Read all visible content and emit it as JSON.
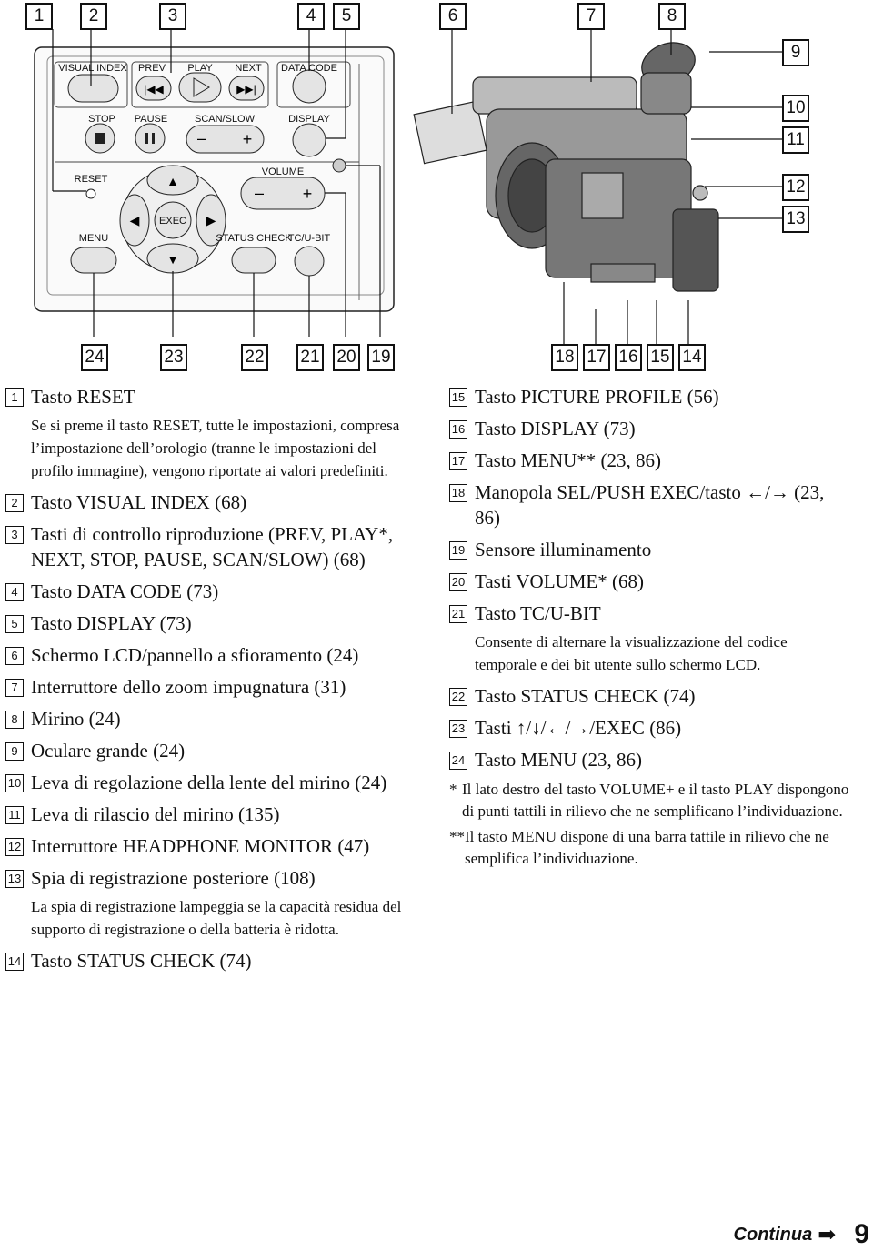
{
  "diagram": {
    "top_numbers": [
      "1",
      "2",
      "3",
      "4",
      "5",
      "6",
      "7",
      "8"
    ],
    "right_numbers": [
      "9",
      "10",
      "11",
      "12",
      "13"
    ],
    "bottom_numbers_left": [
      "24",
      "23",
      "22",
      "21",
      "20",
      "19"
    ],
    "bottom_numbers_right": [
      "18",
      "17",
      "16",
      "15",
      "14"
    ],
    "panel_labels": {
      "visual_index": "VISUAL INDEX",
      "prev": "PREV",
      "play": "PLAY",
      "next": "NEXT",
      "data_code": "DATA CODE",
      "stop": "STOP",
      "pause": "PAUSE",
      "scan_slow": "SCAN/SLOW",
      "display": "DISPLAY",
      "reset": "RESET",
      "volume": "VOLUME",
      "exec": "EXEC",
      "menu": "MENU",
      "status_check": "STATUS CHECK",
      "tc_ubit": "TC/U-BIT"
    }
  },
  "left_items": [
    {
      "num": "1",
      "text": "Tasto RESET",
      "desc": "Se si preme il tasto RESET, tutte le impostazioni, compresa l’impostazione dell’orologio (tranne le impostazioni del profilo immagine), vengono riportate ai valori predefiniti."
    },
    {
      "num": "2",
      "text": "Tasto VISUAL INDEX (68)"
    },
    {
      "num": "3",
      "text": "Tasti di controllo riproduzione (PREV, PLAY*, NEXT, STOP, PAUSE, SCAN/SLOW) (68)"
    },
    {
      "num": "4",
      "text": "Tasto DATA CODE (73)"
    },
    {
      "num": "5",
      "text": "Tasto DISPLAY (73)"
    },
    {
      "num": "6",
      "text": "Schermo LCD/pannello a sfioramento (24)"
    },
    {
      "num": "7",
      "text": "Interruttore dello zoom impugnatura (31)"
    },
    {
      "num": "8",
      "text": "Mirino (24)"
    },
    {
      "num": "9",
      "text": "Oculare grande (24)"
    },
    {
      "num": "10",
      "text": "Leva di regolazione della lente del mirino (24)"
    },
    {
      "num": "11",
      "text": "Leva di rilascio del mirino (135)"
    },
    {
      "num": "12",
      "text": "Interruttore HEADPHONE MONITOR (47)"
    },
    {
      "num": "13",
      "text": "Spia di registrazione posteriore (108)",
      "desc": "La spia di registrazione lampeggia se la capacità residua del supporto di registrazione o della batteria è ridotta."
    },
    {
      "num": "14",
      "text": "Tasto STATUS CHECK (74)"
    }
  ],
  "right_items": [
    {
      "num": "15",
      "text": "Tasto PICTURE PROFILE (56)"
    },
    {
      "num": "16",
      "text": "Tasto DISPLAY (73)"
    },
    {
      "num": "17",
      "text": "Tasto MENU** (23, 86)"
    },
    {
      "num": "18",
      "text": "Manopola SEL/PUSH EXEC/tasto ←/→ (23, 86)"
    },
    {
      "num": "19",
      "text": "Sensore illuminamento"
    },
    {
      "num": "20",
      "text": "Tasti VOLUME* (68)"
    },
    {
      "num": "21",
      "text": "Tasto TC/U-BIT",
      "desc": "Consente di alternare la visualizzazione del codice temporale e dei bit utente sullo schermo LCD."
    },
    {
      "num": "22",
      "text": "Tasto STATUS CHECK (74)"
    },
    {
      "num": "23",
      "text": "Tasti ↑/↓/←/→/EXEC (86)"
    },
    {
      "num": "24",
      "text": "Tasto MENU (23, 86)"
    }
  ],
  "notes": [
    {
      "mark": "*",
      "text": "Il lato destro del tasto VOLUME+ e il tasto PLAY dispongono di punti tattili in rilievo che ne semplificano l’individuazione."
    },
    {
      "mark": "**",
      "text": "Il tasto MENU dispone di una barra tattile in rilievo che ne semplifica l’individuazione."
    }
  ],
  "footer": {
    "continua": "Continua",
    "page": "9"
  }
}
